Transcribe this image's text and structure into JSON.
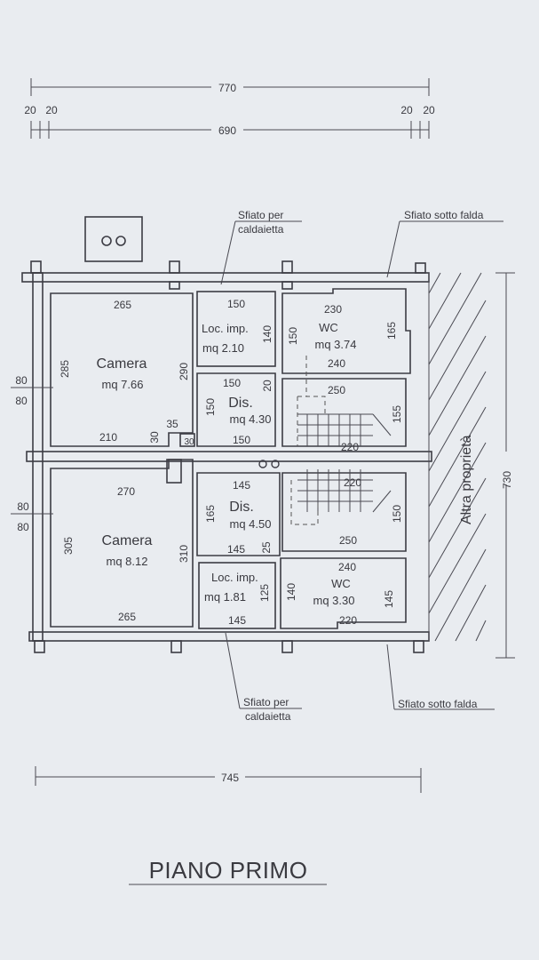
{
  "dimensions": {
    "top_total": "770",
    "top_inner": "690",
    "left_margin_a": "20",
    "left_margin_b": "20",
    "right_margin_a": "20",
    "right_margin_b": "20",
    "bottom_total": "745",
    "right_height": "730",
    "left_wall_top_a": "80",
    "left_wall_top_b": "80",
    "left_wall_bottom_a": "80",
    "left_wall_bottom_b": "80"
  },
  "rooms": {
    "camera_top": {
      "name": "Camera",
      "area": "mq 7.66",
      "dim_top": "265",
      "dim_left": "285",
      "dim_right": "290",
      "dim_bottom": "210",
      "dim_notch_w": "35",
      "dim_notch_h": "30",
      "dim_notch_small": "30"
    },
    "loc_imp_top": {
      "name": "Loc. imp.",
      "area": "mq 2.10",
      "dim_top": "150",
      "dim_right": "140"
    },
    "wc_top": {
      "name": "WC",
      "area": "mq 3.74",
      "dim_top": "230",
      "dim_left": "150",
      "dim_right": "165",
      "dim_bottom": "240"
    },
    "dis_top": {
      "name": "Dis.",
      "area": "mq 4.30",
      "dim_top": "150",
      "dim_top_right": "20",
      "dim_left": "150",
      "dim_bottom": "150"
    },
    "stair_top": {
      "dim_top": "250",
      "dim_bottom": "220",
      "dim_right": "155"
    },
    "camera_bottom": {
      "name": "Camera",
      "area": "mq 8.12",
      "dim_top": "270",
      "dim_left": "305",
      "dim_right": "310",
      "dim_bottom": "265"
    },
    "dis_bottom": {
      "name": "Dis.",
      "area": "mq 4.50",
      "dim_top": "145",
      "dim_left": "165",
      "dim_bottom": "145",
      "dim_bottom_right": "25"
    },
    "stair_bottom": {
      "dim_top": "220",
      "dim_bottom": "250",
      "dim_right": "150"
    },
    "loc_imp_bottom": {
      "name": "Loc. imp.",
      "area": "mq 1.81",
      "dim_bottom": "145",
      "dim_right": "125"
    },
    "wc_bottom": {
      "name": "WC",
      "area": "mq 3.30",
      "dim_top": "240",
      "dim_left": "140",
      "dim_right": "145",
      "dim_bottom": "220"
    }
  },
  "notes": {
    "vent_top_line1": "Sfiato per",
    "vent_top_line2": "caldaietta",
    "vent_bottom_line1": "Sfiato per",
    "vent_bottom_line2": "caldaietta",
    "falda_top": "Sfiato sotto falda",
    "falda_bottom": "Sfiato sotto falda",
    "altra_proprieta": "Altra proprietà"
  },
  "title": "PIANO PRIMO"
}
